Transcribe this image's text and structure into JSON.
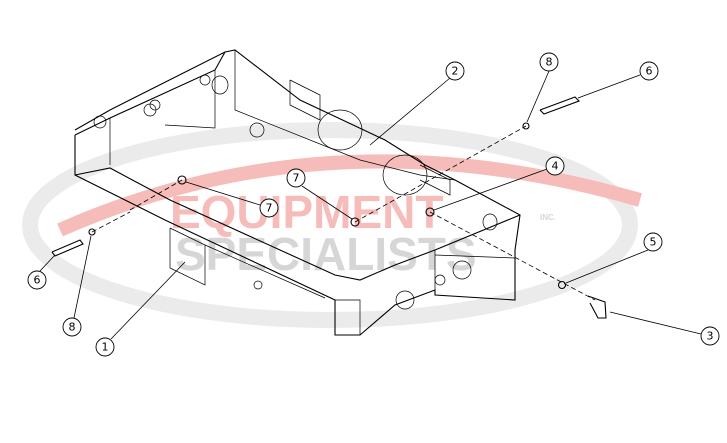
{
  "watermark": {
    "line1": "EQUIPMENT",
    "line2": "SPECIALISTS",
    "suffix": "INC.",
    "color_red": "#e8413c",
    "color_gray": "#8c8c8c"
  },
  "callouts": [
    {
      "id": "c2",
      "label": "2"
    },
    {
      "id": "c8a",
      "label": "8"
    },
    {
      "id": "c6a",
      "label": "6"
    },
    {
      "id": "c4",
      "label": "4"
    },
    {
      "id": "c7a",
      "label": "7"
    },
    {
      "id": "c7b",
      "label": "7"
    },
    {
      "id": "c5",
      "label": "5"
    },
    {
      "id": "c3",
      "label": "3"
    },
    {
      "id": "c6b",
      "label": "6"
    },
    {
      "id": "c8b",
      "label": "8"
    },
    {
      "id": "c1",
      "label": "1"
    }
  ]
}
